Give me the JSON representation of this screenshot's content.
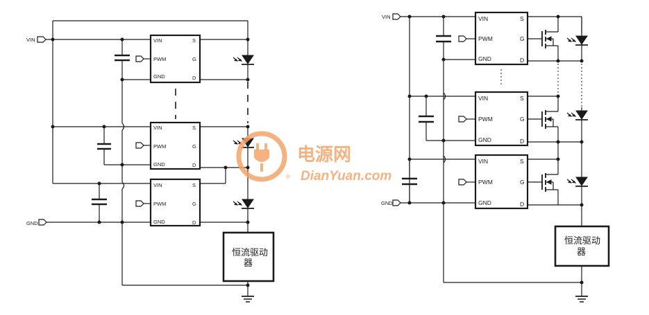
{
  "left_circuit": {
    "terminals": {
      "vin": "VIN",
      "gnd": "GND"
    },
    "chip_pins": {
      "vin": "VIN",
      "pwm": "PWM",
      "gnd": "GND",
      "s": "S",
      "g": "G",
      "d": "D"
    },
    "driver_label_line1": "恒流驱动",
    "driver_label_line2": "器"
  },
  "right_circuit": {
    "terminals": {
      "vin": "VIN",
      "gnd": "GND"
    },
    "chip_pins": {
      "vin": "VIN",
      "pwm": "PWM",
      "gnd": "GND",
      "s": "S",
      "g": "G",
      "d": "D"
    },
    "driver_label_line1": "恒流驱动",
    "driver_label_line2": "器"
  },
  "watermark": {
    "cn": "电源网",
    "en": "DianYuan.com",
    "registered": "®"
  },
  "colors": {
    "line": "#1a1a1a",
    "watermark": "#f2a56a"
  }
}
